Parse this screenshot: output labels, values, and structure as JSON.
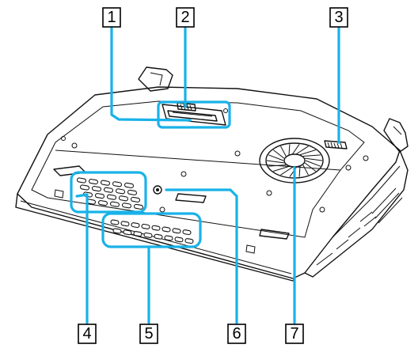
{
  "figure": {
    "subject": "laptop-underside",
    "colors": {
      "leader": "#19b2e8",
      "outline": "#111111",
      "background": "#ffffff"
    }
  },
  "callouts": [
    {
      "id": "1",
      "label": "1"
    },
    {
      "id": "2",
      "label": "2"
    },
    {
      "id": "3",
      "label": "3"
    },
    {
      "id": "4",
      "label": "4"
    },
    {
      "id": "5",
      "label": "5"
    },
    {
      "id": "6",
      "label": "6"
    },
    {
      "id": "7",
      "label": "7"
    }
  ]
}
